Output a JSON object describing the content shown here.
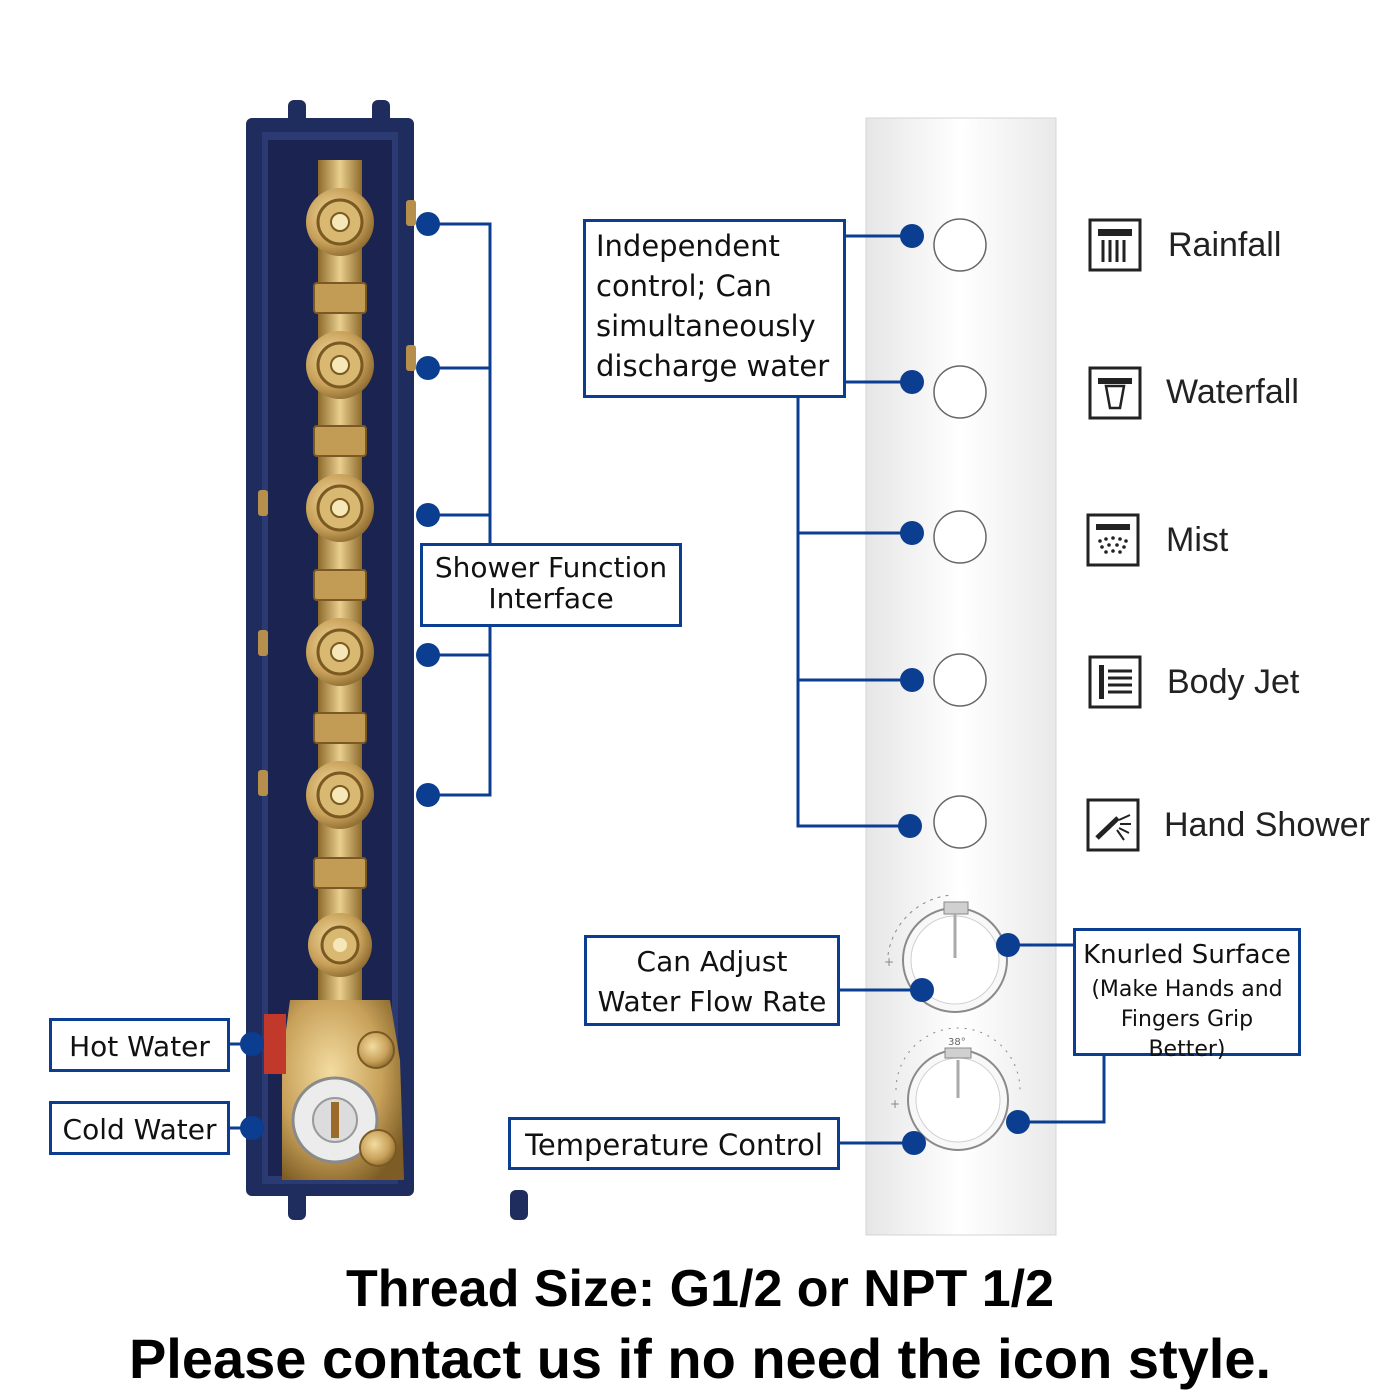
{
  "callouts": {
    "independent_control": "Independent control; Can simultaneously discharge water",
    "shower_interface": "Shower Function Interface",
    "flow_rate": "Can Adjust Water Flow Rate",
    "knurled_title": "Knurled Surface",
    "knurled_sub": "(Make Hands and Fingers Grip Better)",
    "hot_water": "Hot Water",
    "cold_water": "Cold Water",
    "temperature": "Temperature Control"
  },
  "functions": [
    {
      "label": "Rainfall",
      "icon": "rainfall-icon"
    },
    {
      "label": "Waterfall",
      "icon": "waterfall-icon"
    },
    {
      "label": "Mist",
      "icon": "mist-icon"
    },
    {
      "label": "Body Jet",
      "icon": "body-jet-icon"
    },
    {
      "label": "Hand Shower",
      "icon": "hand-shower-icon"
    }
  ],
  "dial_marking": "38°",
  "footer": {
    "thread": "Thread Size: G1/2 or NPT 1/2",
    "contact": "Please contact us if no need the icon style."
  },
  "colors": {
    "callout_blue": "#0b3d91",
    "dot_blue": "#0b3d91",
    "valve_box": "#1f2d5e",
    "brass": "#c8a15a",
    "panel": "#f4f4f4"
  }
}
